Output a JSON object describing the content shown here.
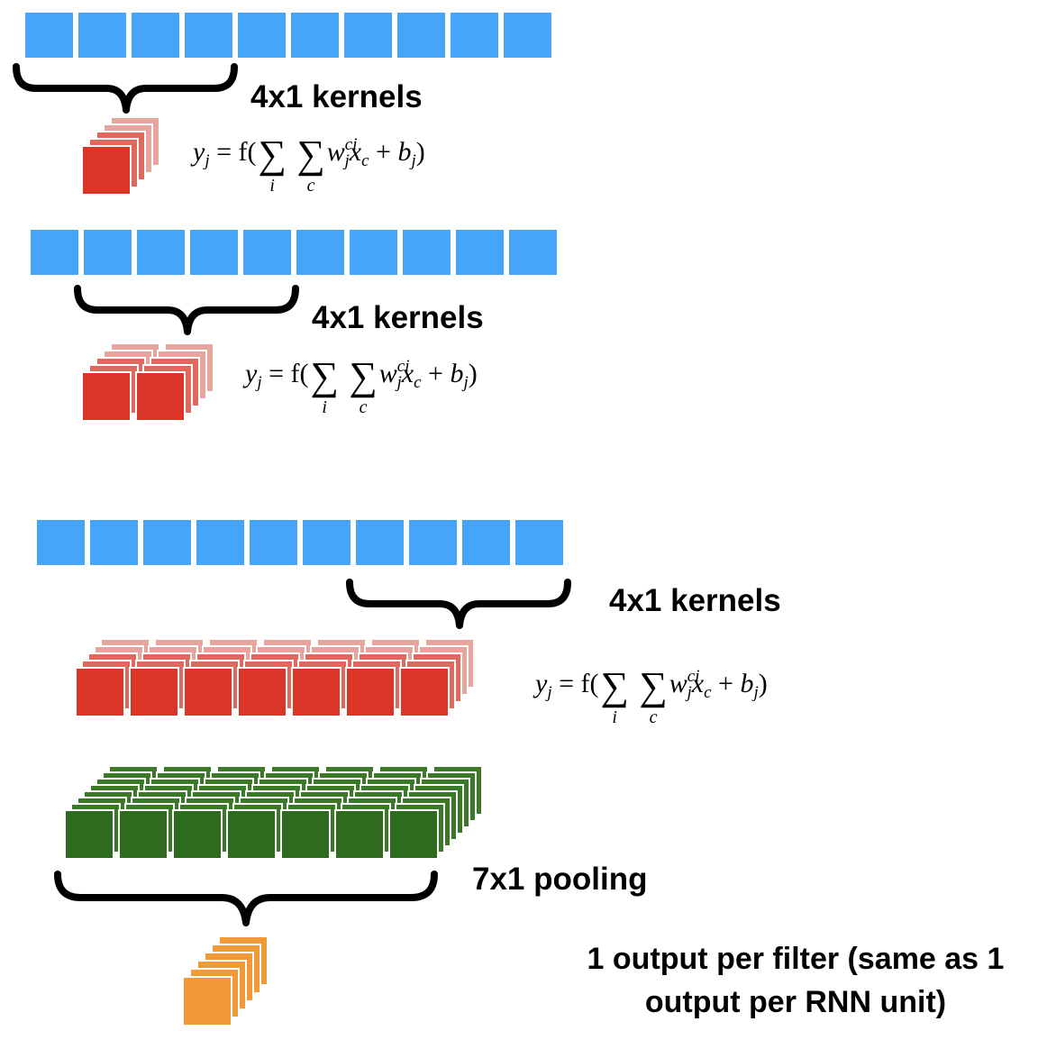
{
  "colors": {
    "input": "#45a5f9",
    "kernel_front": "#da3527",
    "kernel_mid": "#e0695e",
    "kernel_back": "#e8a59e",
    "pool_front": "#2f6b1f",
    "output": "#f2993a"
  },
  "panels": [
    {
      "kernel_label": "4x1 kernels"
    },
    {
      "kernel_label": "4x1 kernels"
    },
    {
      "kernel_label": "4x1 kernels"
    }
  ],
  "formula": {
    "y": "y",
    "y_sub": "j",
    "eq_f": "= f(",
    "sum": "∑",
    "idx_i": "i",
    "idx_c": "c",
    "w": "w",
    "w_sup": "ci",
    "w_sub": "j",
    "x": "x",
    "x_sub": "c",
    "plus": "+",
    "b": "b",
    "b_sub": "j",
    "close": ")"
  },
  "pooling_label": "7x1 pooling",
  "output_caption": {
    "line1": "1 output per filter (same as 1",
    "line2": "output per RNN unit)"
  }
}
